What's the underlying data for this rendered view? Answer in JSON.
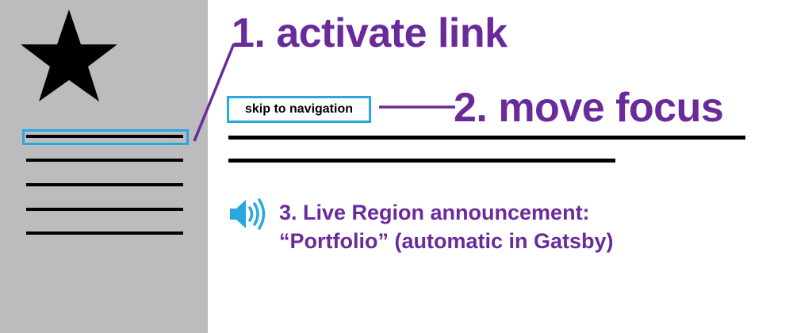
{
  "colors": {
    "accent_purple": "#6a2b9a",
    "focus_blue": "#29a7df",
    "sidebar_gray": "#bcbcbe"
  },
  "sidebar": {
    "logo_icon": "star-icon"
  },
  "steps": {
    "activate": "1. activate link",
    "move_focus": "2. move focus",
    "announcement_line1": "3. Live Region announcement:",
    "announcement_line2": "“Portfolio” (automatic in Gatsby)"
  },
  "skip_link": {
    "label": "skip to navigation"
  },
  "icons": {
    "speaker": "speaker-icon"
  }
}
